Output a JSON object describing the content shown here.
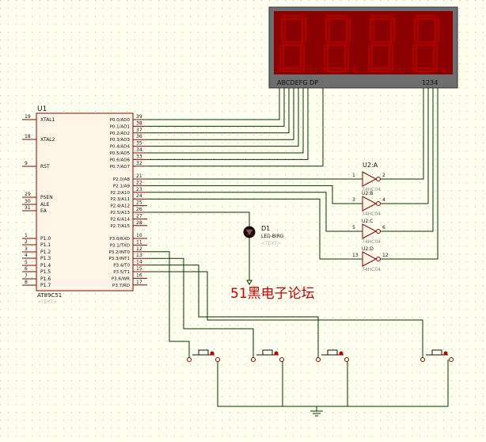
{
  "display": {
    "segment_labels": "ABCDEFG  DP",
    "digit_labels": "1234",
    "digits": 4
  },
  "mcu": {
    "ref": "U1",
    "part": "AT89C51",
    "part_sub": "<TEXT>",
    "left_pins": [
      {
        "num": "19",
        "name": "XTAL1"
      },
      {
        "num": "18",
        "name": "XTAL2"
      },
      {
        "num": "9",
        "name": "RST"
      },
      {
        "num": "29",
        "name": "PSEN"
      },
      {
        "num": "30",
        "name": "ALE"
      },
      {
        "num": "31",
        "name": "EA"
      },
      {
        "num": "1",
        "name": "P1.0"
      },
      {
        "num": "2",
        "name": "P1.1"
      },
      {
        "num": "3",
        "name": "P1.2"
      },
      {
        "num": "4",
        "name": "P1.3"
      },
      {
        "num": "5",
        "name": "P1.4"
      },
      {
        "num": "6",
        "name": "P1.5"
      },
      {
        "num": "7",
        "name": "P1.6"
      },
      {
        "num": "8",
        "name": "P1.7"
      }
    ],
    "right_pins": [
      {
        "num": "39",
        "name": "P0.0/AD0"
      },
      {
        "num": "38",
        "name": "P0.1/AD1"
      },
      {
        "num": "37",
        "name": "P0.2/AD2"
      },
      {
        "num": "36",
        "name": "P0.3/AD3"
      },
      {
        "num": "35",
        "name": "P0.4/AD4"
      },
      {
        "num": "34",
        "name": "P0.5/AD5"
      },
      {
        "num": "33",
        "name": "P0.6/AD6"
      },
      {
        "num": "32",
        "name": "P0.7/AD7"
      },
      {
        "num": "21",
        "name": "P2.0/A8"
      },
      {
        "num": "22",
        "name": "P2.1/A9"
      },
      {
        "num": "23",
        "name": "P2.2/A10"
      },
      {
        "num": "24",
        "name": "P2.3/A11"
      },
      {
        "num": "25",
        "name": "P2.4/A12"
      },
      {
        "num": "26",
        "name": "P2.5/A13"
      },
      {
        "num": "27",
        "name": "P2.6/A14"
      },
      {
        "num": "28",
        "name": "P2.7/A15"
      },
      {
        "num": "10",
        "name": "P3.0/RXD"
      },
      {
        "num": "11",
        "name": "P3.1/TXD"
      },
      {
        "num": "12",
        "name": "P3.2/INT0"
      },
      {
        "num": "13",
        "name": "P3.3/INT1"
      },
      {
        "num": "14",
        "name": "P3.4/T0"
      },
      {
        "num": "15",
        "name": "P3.5/T1"
      },
      {
        "num": "16",
        "name": "P3.6/WR"
      },
      {
        "num": "17",
        "name": "P3.7/RD"
      }
    ]
  },
  "buffer": {
    "ref": "U2:A",
    "gates": [
      {
        "in": "1",
        "out": "2",
        "ref": "U2:A",
        "part": "74HC04"
      },
      {
        "in": "3",
        "out": "4",
        "ref": "U2:B",
        "part": "74HC04"
      },
      {
        "in": "5",
        "out": "6",
        "ref": "U2:C",
        "part": "74HC04"
      },
      {
        "in": "13",
        "out": "12",
        "ref": "U2:D",
        "part": "74HC04"
      }
    ]
  },
  "led": {
    "ref": "D1",
    "part": "LED-BIRG",
    "part_sub": "<TEXT>"
  },
  "watermark": "51黑电子论坛",
  "colors": {
    "background": "#fffff0",
    "wire": "#003300",
    "component": "#8b0000",
    "ic_fill": "#fff5e6",
    "display_bg": "#8b0000",
    "segment_off": "#b00000",
    "watermark": "#cc0000",
    "grid": "#b8b8a8"
  }
}
